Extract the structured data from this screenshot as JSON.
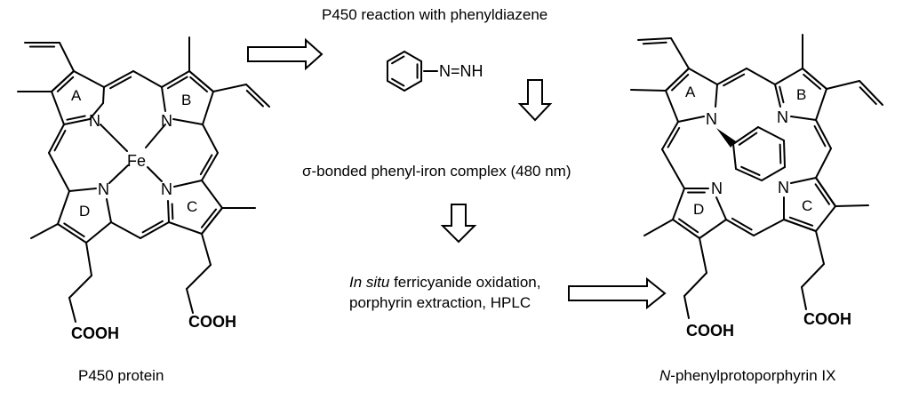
{
  "title": "P450 reaction with phenyldiazene",
  "reagent": "N=NH",
  "intermediate": "σ-bonded phenyl-iron complex (480 nm)",
  "workup": {
    "italic": "In situ",
    "line1_rest": " ferricyanide oxidation,",
    "line2": "porphyrin extraction, HPLC"
  },
  "left_structure": {
    "caption": "P450 protein",
    "metal": "Fe",
    "nitrogen": "N",
    "rings": [
      "A",
      "B",
      "C",
      "D"
    ],
    "acid": "COOH"
  },
  "right_structure": {
    "caption_italic": "N",
    "caption_rest": "-phenylprotoporphyrin IX",
    "nitrogen": "N",
    "rings": [
      "A",
      "B",
      "C",
      "D"
    ],
    "acid": "COOH"
  }
}
